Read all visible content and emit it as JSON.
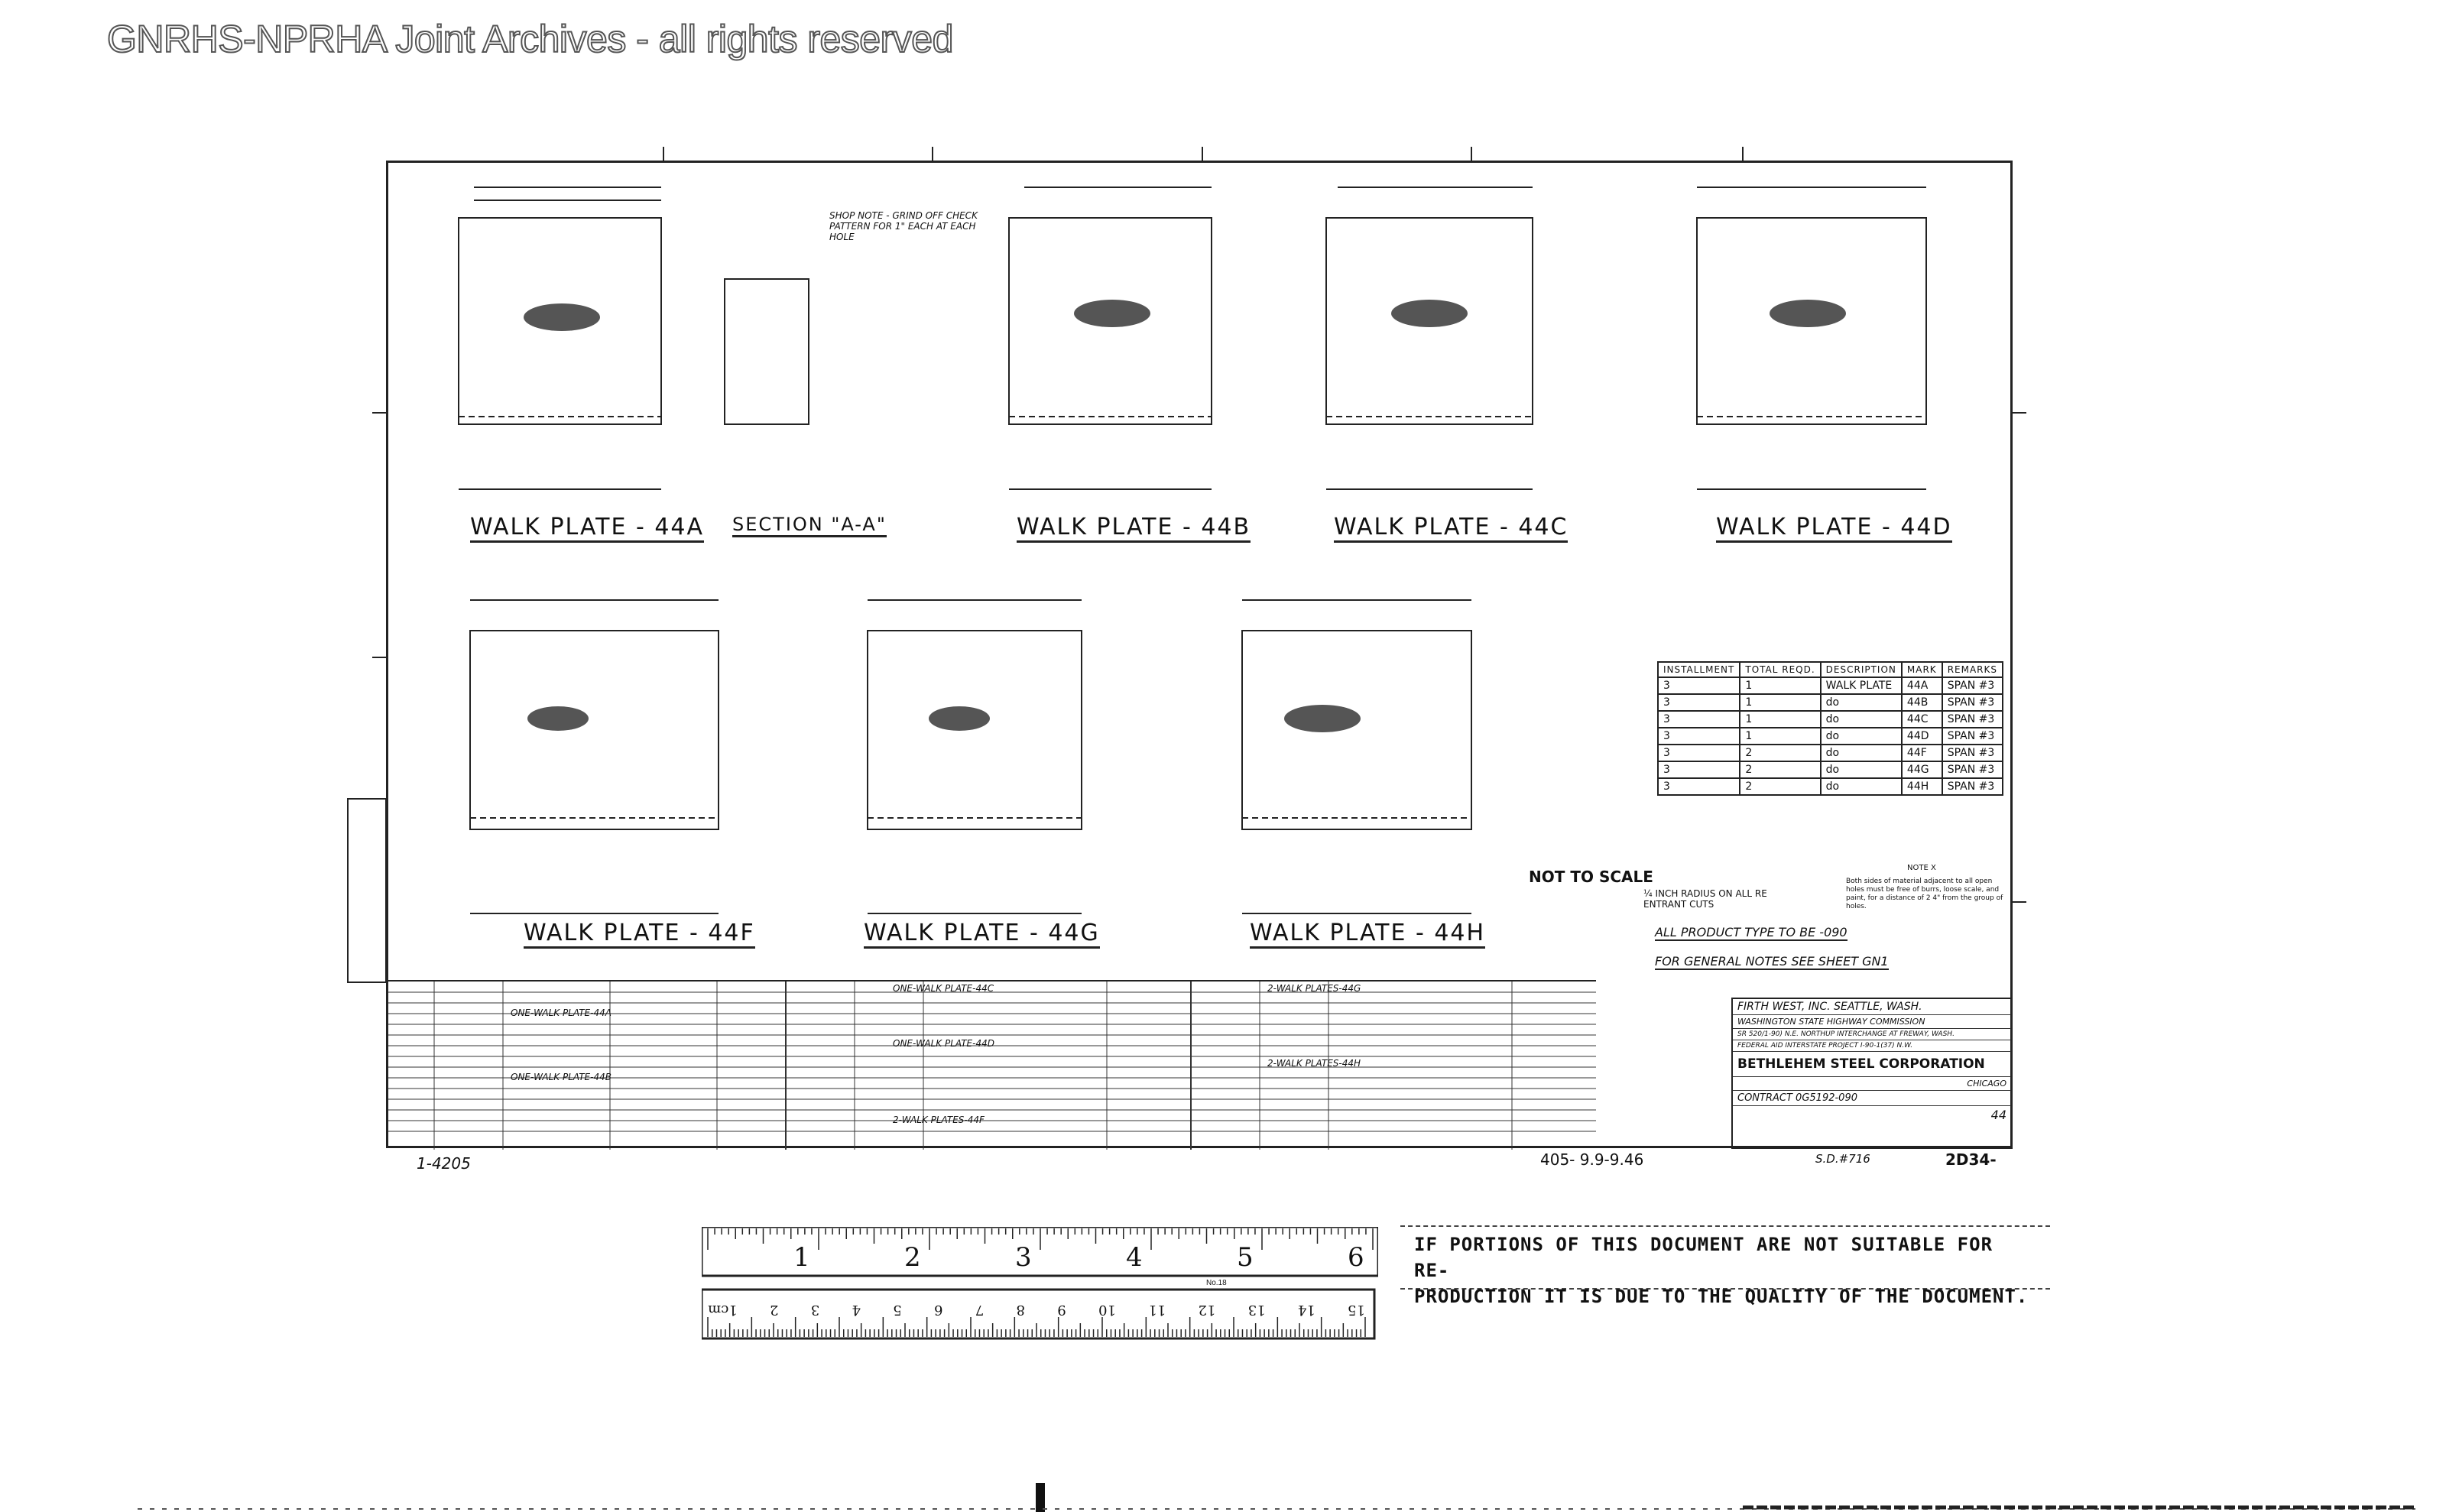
{
  "watermark": "GNRHS-NPRHA Joint Archives - all rights reserved",
  "views": {
    "plate_44a": "WALK PLATE - 44A",
    "section_aa": "SECTION \"A-A\"",
    "plate_44b": "WALK PLATE - 44B",
    "plate_44c": "WALK PLATE - 44C",
    "plate_44d": "WALK PLATE - 44D",
    "plate_44f": "WALK PLATE - 44F",
    "plate_44g": "WALK PLATE - 44G",
    "plate_44h": "WALK PLATE - 44H"
  },
  "shop_note": "SHOP NOTE - GRIND OFF CHECK PATTERN FOR 1\" EACH AT EACH HOLE",
  "bom": {
    "headers": [
      "INSTALLMENT",
      "TOTAL REQD.",
      "DESCRIPTION",
      "MARK",
      "REMARKS"
    ],
    "rows": [
      [
        "3",
        "1",
        "WALK PLATE",
        "44A",
        "SPAN #3"
      ],
      [
        "3",
        "1",
        "do",
        "44B",
        "SPAN #3"
      ],
      [
        "3",
        "1",
        "do",
        "44C",
        "SPAN #3"
      ],
      [
        "3",
        "1",
        "do",
        "44D",
        "SPAN #3"
      ],
      [
        "3",
        "2",
        "do",
        "44F",
        "SPAN #3"
      ],
      [
        "3",
        "2",
        "do",
        "44G",
        "SPAN #3"
      ],
      [
        "3",
        "2",
        "do",
        "44H",
        "SPAN #3"
      ]
    ]
  },
  "notes": {
    "not_to_scale": "NOT TO SCALE",
    "radius": "¼ INCH RADIUS ON ALL RE ENTRANT CUTS",
    "product_type": "ALL PRODUCT TYPE TO BE -090",
    "general_notes": "FOR GENERAL NOTES SEE SHEET GN1",
    "note_x_title": "NOTE X",
    "note_x_body": "Both sides of material adjacent to all open holes must be free of burrs, loose scale, and paint, for a distance of 2 4\" from the group of holes."
  },
  "title_block": {
    "contractor": "FIRTH WEST, INC.   SEATTLE, WASH.",
    "owner": "WASHINGTON STATE HIGHWAY COMMISSION",
    "project": "SR 520/1-90) N.E. NORTHUP INTERCHANGE AT FREWAY, WASH.",
    "project2": "FEDERAL AID INTERSTATE PROJECT I-90-1(37) N.W.",
    "company": "BETHLEHEM STEEL CORPORATION",
    "office": "CHICAGO",
    "contract": "CONTRACT 0G5192-090",
    "drawing_no": "44"
  },
  "schedule": {
    "lines": [
      "ONE-WALK PLATE-44A",
      "ONE-WALK PLATE-44B",
      "2-WALK PLATES-44F",
      "ONE-WALK PLATE-44C",
      "ONE-WALK PLATE-44D",
      "2-WALK PLATES-44G",
      "2-WALK PLATES-44H"
    ]
  },
  "footer": {
    "left": "1-4205",
    "center": "405- 9.9-9.46",
    "right_a": "S.D.#716",
    "right_b": "2D34-"
  },
  "ruler": {
    "top_numbers": [
      "1",
      "2",
      "3",
      "4",
      "5",
      "6"
    ],
    "bottom_numbers": [
      "15",
      "14",
      "13",
      "12",
      "11",
      "10",
      "9",
      "8",
      "7",
      "6",
      "5",
      "4",
      "3",
      "2",
      "1cm"
    ],
    "label": "No.18"
  },
  "notice": {
    "line1": "IF PORTIONS OF THIS DOCUMENT ARE NOT SUITABLE FOR RE-",
    "line2": "PRODUCTION IT IS DUE TO THE QUALITY OF THE DOCUMENT."
  }
}
